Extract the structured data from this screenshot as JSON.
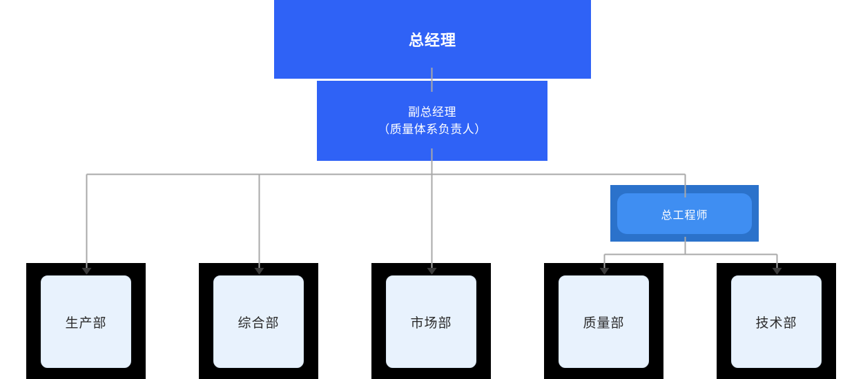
{
  "org_chart": {
    "nodes": {
      "general_manager": {
        "label": "总经理"
      },
      "deputy_general_manager": {
        "label_line1": "副总经理",
        "label_line2": "（质量体系负责人）"
      },
      "chief_engineer": {
        "label": "总工程师"
      },
      "departments": [
        {
          "label": "生产部"
        },
        {
          "label": "综合部"
        },
        {
          "label": "市场部"
        },
        {
          "label": "质量部"
        },
        {
          "label": "技术部"
        }
      ]
    },
    "edges": [
      {
        "from": "general_manager",
        "to": "deputy_general_manager"
      },
      {
        "from": "deputy_general_manager",
        "to": "生产部"
      },
      {
        "from": "deputy_general_manager",
        "to": "综合部"
      },
      {
        "from": "deputy_general_manager",
        "to": "市场部"
      },
      {
        "from": "deputy_general_manager",
        "to": "chief_engineer"
      },
      {
        "from": "chief_engineer",
        "to": "质量部"
      },
      {
        "from": "chief_engineer",
        "to": "技术部"
      }
    ],
    "colors": {
      "primary_blue": "#2F62F6",
      "engineer_outer_blue": "#2B72CB",
      "engineer_inner_blue": "#3F8EF2",
      "department_outer": "#000000",
      "department_inner": "#E8F2FD",
      "department_inner_border": "#D9E6F4",
      "connector_line": "#A8A8A8",
      "arrowhead": "#3A3A3A",
      "text_light": "#FFFFFF",
      "text_dark": "#2B2B2B"
    }
  }
}
